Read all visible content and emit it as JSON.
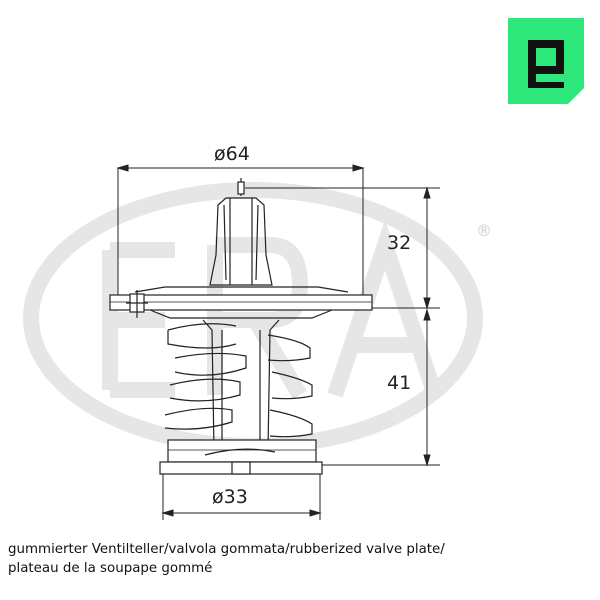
{
  "brand": {
    "logo_letter": "e",
    "watermark_text": "ERA",
    "registered_mark": "®",
    "logo_color": "#2ee87c"
  },
  "dimensions": {
    "top_diameter": "ø64",
    "height_upper": "32",
    "height_lower": "41",
    "bottom_diameter": "ø33"
  },
  "caption": {
    "line1": "gummierter Ventilteller/valvola gommata/rubberized valve plate/",
    "line2": "plateau de la soupape gommé"
  }
}
